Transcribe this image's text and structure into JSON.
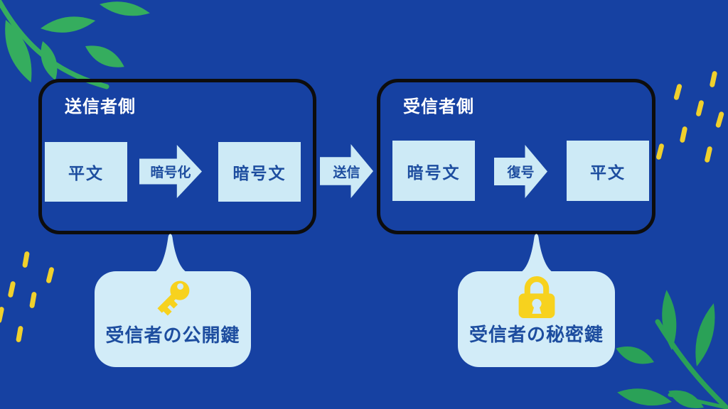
{
  "colors": {
    "background": "#1641a2",
    "panel_border": "#0d0d0d",
    "box_fill": "#cdeaf6",
    "callout_fill": "#d2ecf8",
    "text_dark_blue": "#1d4d9f",
    "text_white": "#ffffff",
    "icon_yellow": "#f7d21e",
    "leaf_green_top": "#35ad5e",
    "leaf_green_bottom": "#2aa157"
  },
  "sender_panel": {
    "title": "送信者側",
    "plaintext_label": "平文",
    "encrypt_label": "暗号化",
    "ciphertext_label": "暗号文"
  },
  "transmission": {
    "label": "送信"
  },
  "receiver_panel": {
    "title": "受信者側",
    "ciphertext_label": "暗号文",
    "decrypt_label": "復号",
    "plaintext_label": "平文"
  },
  "callouts": {
    "public_key": {
      "icon": "key-icon",
      "label": "受信者の公開鍵"
    },
    "private_key": {
      "icon": "lock-icon",
      "label": "受信者の秘密鍵"
    }
  }
}
